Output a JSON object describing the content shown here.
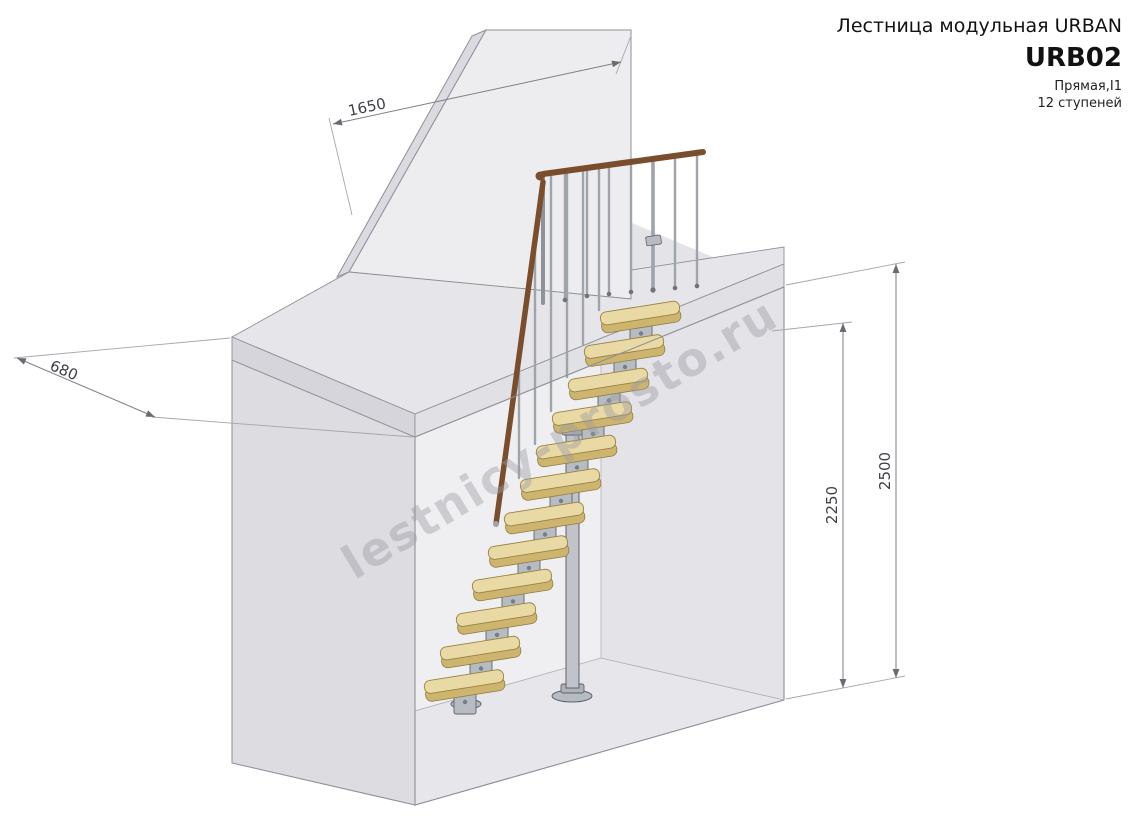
{
  "header": {
    "title": "Лестница модульная URBAN",
    "model": "URB02",
    "subtitle_line1": "Прямая,I1",
    "subtitle_line2": "12 ступеней"
  },
  "dimensions": {
    "wall_top_width": {
      "value": "1650"
    },
    "landing_depth": {
      "value": "680"
    },
    "floor_to_floor_height": {
      "value": "2500"
    },
    "floor_to_ceiling_height": {
      "value": "2250"
    }
  },
  "watermark": {
    "text": "lestnicy-prosto.ru"
  },
  "drawing": {
    "steps_count": 12,
    "colors": {
      "tread": "#E9D9A4",
      "tread_edge": "#CDB56F",
      "handrail": "#7A4E2D",
      "steel": "#B7BBC2",
      "room_gray": "#E6E6EA",
      "dimension_line": "#7E7E86"
    }
  }
}
